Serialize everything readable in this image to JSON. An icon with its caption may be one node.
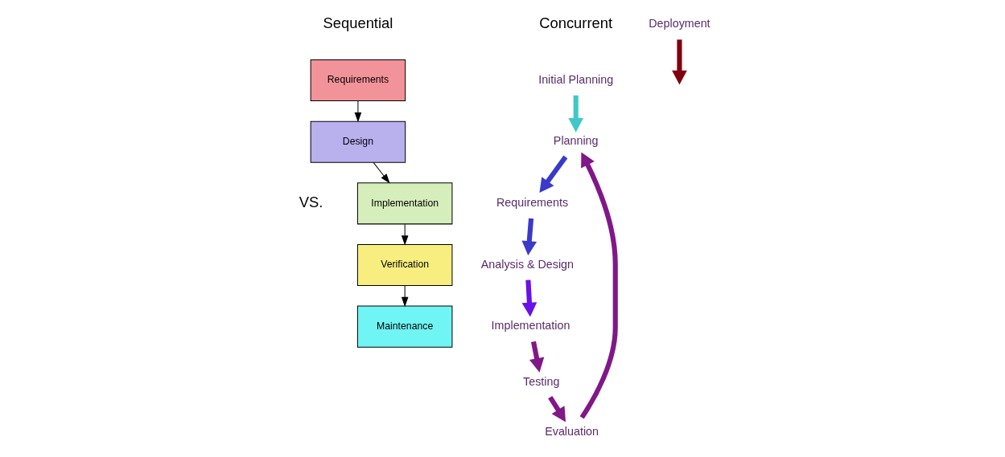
{
  "diagram": {
    "nodes": [
      {
        "text": [
          "Requirements"
        ]
      },
      {
        "text": [
          "Design"
        ]
      },
      {
        "text": [
          "Implementation"
        ]
      },
      {
        "text": [
          "Verification"
        ]
      },
      {
        "text": [
          "Maintenance"
        ]
      },
      {
        "text": [
          "Initial Planning"
        ]
      },
      {
        "text": [
          "Planning"
        ]
      },
      {
        "text": [
          "Requirements"
        ]
      },
      {
        "text": [
          "Analysis & Design"
        ]
      },
      {
        "text": [
          "Implementation"
        ]
      },
      {
        "text": [
          "Deployment"
        ]
      },
      {
        "text": [
          "Testing"
        ]
      },
      {
        "text": [
          "Evaluation"
        ]
      }
    ],
    "edges": [
      {
        "from": 0,
        "to": 1,
        "arrow": "to"
      },
      {
        "from": 1,
        "to": 2,
        "arrow": "to"
      },
      {
        "from": 2,
        "to": 3,
        "arrow": "to"
      },
      {
        "from": 3,
        "to": 4,
        "arrow": "to"
      },
      {
        "from": 5,
        "to": 6,
        "arrow": "to",
        "color": "#40c8c8"
      },
      {
        "from": 6,
        "to": 7,
        "arrow": "to",
        "color": "#3a3ac8"
      },
      {
        "from": 7,
        "to": 8,
        "arrow": "to",
        "color": "#3a3ac8"
      },
      {
        "from": 8,
        "to": 9,
        "arrow": "to",
        "color": "#6a10e8"
      },
      {
        "from": 9,
        "to": 11,
        "arrow": "to",
        "color": "#801888"
      },
      {
        "from": 11,
        "to": 12,
        "arrow": "to",
        "color": "#801888"
      },
      {
        "from": 12,
        "to": 6,
        "arrow": "to",
        "color": "#801888"
      },
      {
        "from": 10,
        "to": null,
        "arrow": "to",
        "color": "#800010"
      }
    ],
    "labels": [
      "Sequential",
      "Concurrent",
      "VS."
    ]
  }
}
